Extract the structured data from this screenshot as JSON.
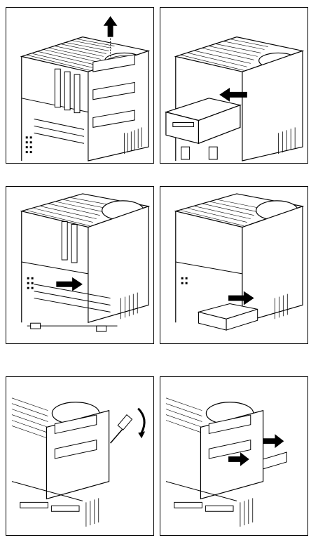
{
  "figure": {
    "panels": [
      {
        "id": "p1",
        "step": "remove-cover",
        "icon": "arrow-up-icon"
      },
      {
        "id": "p2",
        "step": "pull-out-drive-cage",
        "icon": "arrow-left-icon"
      },
      {
        "id": "p3",
        "step": "slide-tray",
        "icon": "arrow-right-icon"
      },
      {
        "id": "p4",
        "step": "remove-drive-cage",
        "icon": "arrow-right-icon"
      },
      {
        "id": "p5",
        "step": "loosen-screw",
        "icon": "screwdriver-icon"
      },
      {
        "id": "p6",
        "step": "remove-bracket",
        "icon": "arrow-right-icon"
      }
    ]
  },
  "colors": {
    "line": "#000000",
    "fill": "#ffffff",
    "hatch": "#000000"
  }
}
